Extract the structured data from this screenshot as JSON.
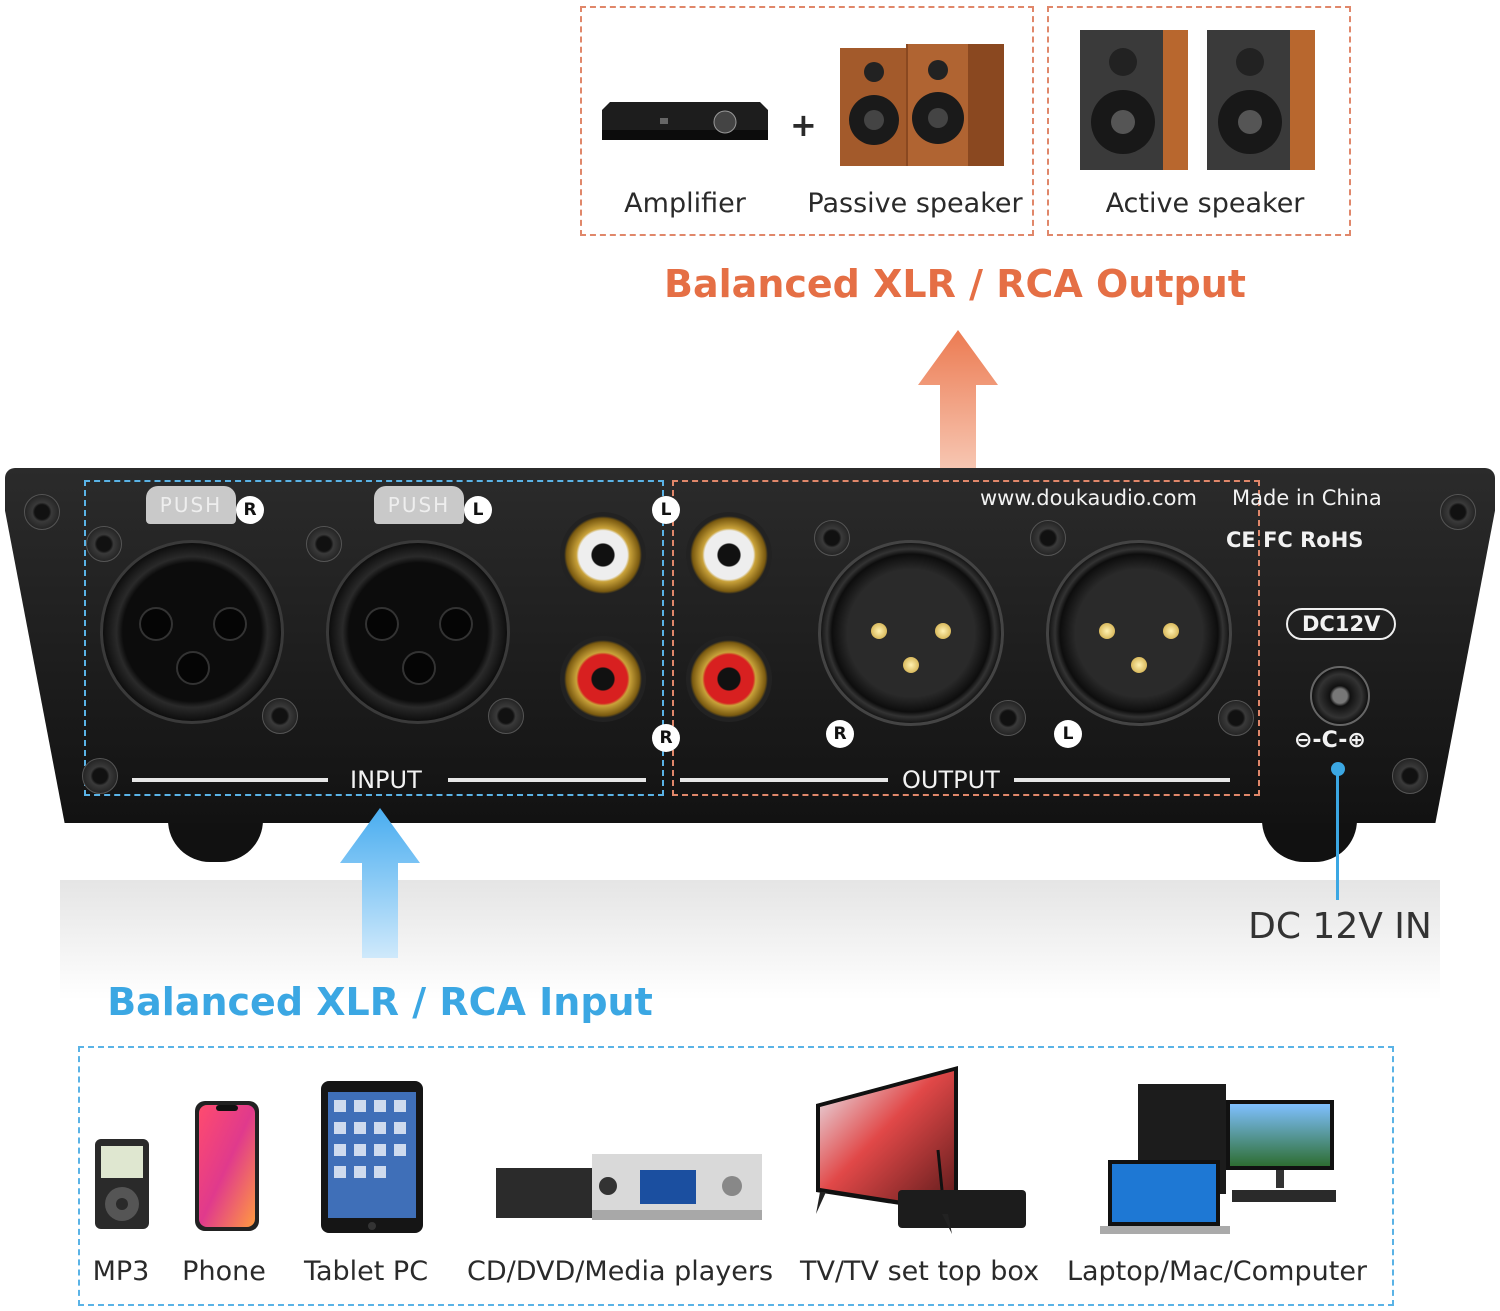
{
  "output_panel": {
    "labels": [
      "Amplifier",
      "Passive speaker",
      "Active speaker"
    ],
    "plus": "+"
  },
  "output_title": "Balanced XLR / RCA Output",
  "input_title": "Balanced XLR / RCA Input",
  "device": {
    "website": "www.doukaudio.com",
    "made_in": "Made in China",
    "certs": "CE FC RoHS",
    "push": "PUSH",
    "right": "R",
    "left": "L",
    "input_label": "INPUT",
    "output_label": "OUTPUT",
    "dc_badge": "DC12V",
    "polarity": "⊖-C-⊕"
  },
  "dc_in_label": "DC 12V IN",
  "sources": {
    "labels": [
      "MP3",
      "Phone",
      "Tablet PC",
      "CD/DVD/Media players",
      "TV/TV set top box",
      "Laptop/Mac/Computer"
    ]
  },
  "colors": {
    "output_accent": "#e56f45",
    "input_accent": "#3ba7e3"
  }
}
